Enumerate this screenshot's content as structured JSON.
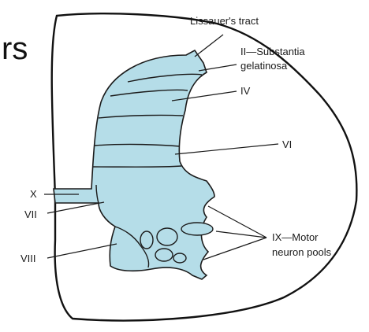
{
  "fragment_text": "rs",
  "labels": {
    "lissauer": "Lissauer's tract",
    "substantia_1": "II—Substantia",
    "substantia_2": "gelatinosa",
    "iv": "IV",
    "vi": "VI",
    "x": "X",
    "vii": "VII",
    "viii": "VIII",
    "ix_1": "IX—Motor",
    "ix_2": "neuron pools"
  },
  "colors": {
    "gray_matter_fill": "#b5dde8",
    "outline": "#111111",
    "background": "#ffffff"
  }
}
